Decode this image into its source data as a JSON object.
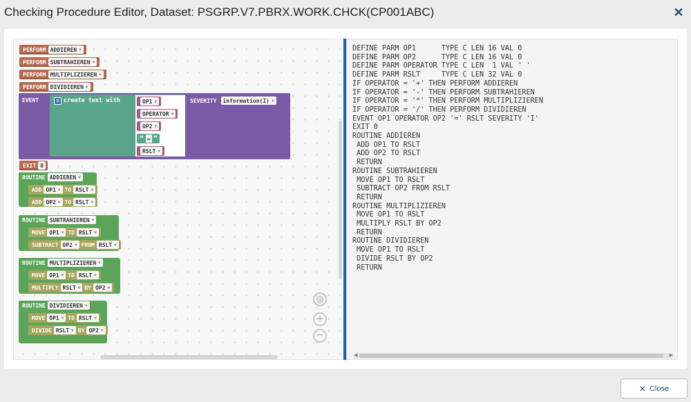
{
  "window": {
    "title": "Checking Procedure Editor, Dataset: PSGRP.V7.PBRX.WORK.CHCK(CP001ABC)",
    "close_glyph": "✕"
  },
  "blocks": {
    "perform_kw": "PERFORM",
    "performs": [
      "ADDIEREN",
      "SUBTRAHIEREN",
      "MULTIPLIZIEREN",
      "DIVIDIEREN"
    ],
    "event_kw": "EVENT",
    "create_text": "create text with",
    "event_args": [
      "OP1",
      "OPERATOR",
      "OP2",
      "=",
      "RSLT"
    ],
    "quote_open": "“",
    "quote_close": "”",
    "severity_kw": "SEVERITY",
    "severity_value": "information(I)",
    "exit_kw": "EXIT",
    "exit_value": "0",
    "routine_kw": "ROUTINE",
    "routines": [
      {
        "name": "ADDIEREN",
        "stmts": [
          {
            "kw": "ADD",
            "a": "OP1",
            "mid": "TO",
            "b": "RSLT"
          },
          {
            "kw": "ADD",
            "a": "OP2",
            "mid": "TO",
            "b": "RSLT"
          }
        ]
      },
      {
        "name": "SUBTRAHIEREN",
        "stmts": [
          {
            "kw": "MOVE",
            "a": "OP1",
            "mid": "TO",
            "b": "RSLT"
          },
          {
            "kw": "SUBTRACT",
            "a": "OP2",
            "mid": "FROM",
            "b": "RSLT"
          }
        ]
      },
      {
        "name": "MULTIPLIZIEREN",
        "stmts": [
          {
            "kw": "MOVE",
            "a": "OP1",
            "mid": "TO",
            "b": "RSLT"
          },
          {
            "kw": "MULTIPLY",
            "a": "RSLT",
            "mid": "BY",
            "b": "OP2"
          }
        ]
      },
      {
        "name": "DIVIDIEREN",
        "stmts": [
          {
            "kw": "MOVE",
            "a": "OP1",
            "mid": "TO",
            "b": "RSLT"
          },
          {
            "kw": "DIVIDE",
            "a": "RSLT",
            "mid": "BY",
            "b": "OP2"
          }
        ]
      }
    ]
  },
  "code": {
    "lines": [
      "DEFINE PARM OP1      TYPE C LEN 16 VAL 0",
      "DEFINE PARM OP2      TYPE C LEN 16 VAL 0",
      "DEFINE PARM OPERATOR TYPE C LEN  1 VAL ' '",
      "DEFINE PARM RSLT     TYPE C LEN 32 VAL 0",
      "IF OPERATOR = '+' THEN PERFORM ADDIEREN",
      "IF OPERATOR = '-' THEN PERFORM SUBTRAHIEREN",
      "IF OPERATOR = '*' THEN PERFORM MULTIPLIZIEREN",
      "IF OPERATOR = '/' THEN PERFORM DIVIDIEREN",
      "EVENT OP1 OPERATOR OP2 '=' RSLT SEVERITY 'I'",
      "EXIT 0",
      "ROUTINE ADDIEREN",
      " ADD OP1 TO RSLT",
      " ADD OP2 TO RSLT",
      " RETURN",
      "ROUTINE SUBTRAHIEREN",
      " MOVE OP1 TO RSLT",
      " SUBTRACT OP2 FROM RSLT",
      " RETURN",
      "ROUTINE MULTIPLIZIEREN",
      " MOVE OP1 TO RSLT",
      " MULTIPLY RSLT BY OP2",
      " RETURN",
      "ROUTINE DIVIDIEREN",
      " MOVE OP1 TO RSLT",
      " DIVIDE RSLT BY OP2",
      " RETURN"
    ]
  },
  "zoom": {
    "center": "◎",
    "in": "+",
    "out": "−"
  },
  "footer": {
    "close_label": "Close",
    "close_icon": "✕"
  },
  "colors": {
    "accent": "#1b62ad",
    "title_blue": "#1d4f7a"
  }
}
